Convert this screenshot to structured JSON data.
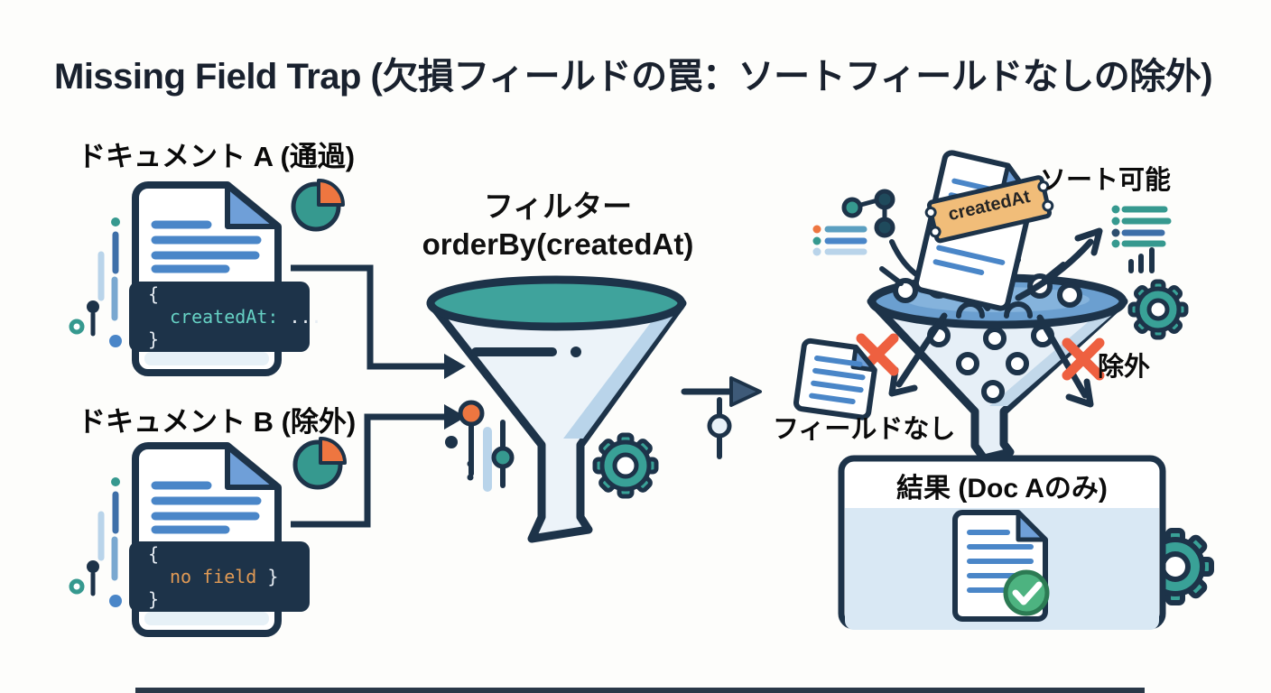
{
  "title": "Missing Field Trap (欠損フィールドの罠：ソートフィールドなしの除外)",
  "documents": {
    "doc_a": {
      "label": "ドキュメント A (通過)",
      "code": {
        "open": "{",
        "field": "createdAt:",
        "rest": " ...",
        "close": "}"
      }
    },
    "doc_b": {
      "label": "ドキュメント B (除外)",
      "code": {
        "open": "{",
        "field": "no field",
        "rest": " }",
        "close": "}"
      }
    }
  },
  "filter": {
    "title": "フィルター",
    "query": "orderBy(createdAt)"
  },
  "outcome": {
    "ticket": "createdAt",
    "sortable": "ソート可能",
    "excluded": "除外",
    "no_field": "フィールドなし",
    "result_title": "結果 (Doc Aのみ)"
  },
  "colors": {
    "outline": "#1d3349",
    "teal": "#36998f",
    "funnel_liquid_teal": "#3fa39c",
    "funnel_liquid_blue": "#6b9fd0",
    "orange": "#ee7640",
    "x_mark": "#ee6040",
    "doc_line_blue": "#4a86c8",
    "light_blue": "#b9d4ea",
    "code_bg": "#1d3349",
    "code_teal": "#66d1c4",
    "code_orange": "#e09a55",
    "ticket_tan": "#f1bd79",
    "check_green": "#4db380",
    "result_body": "#d9e8f4"
  }
}
